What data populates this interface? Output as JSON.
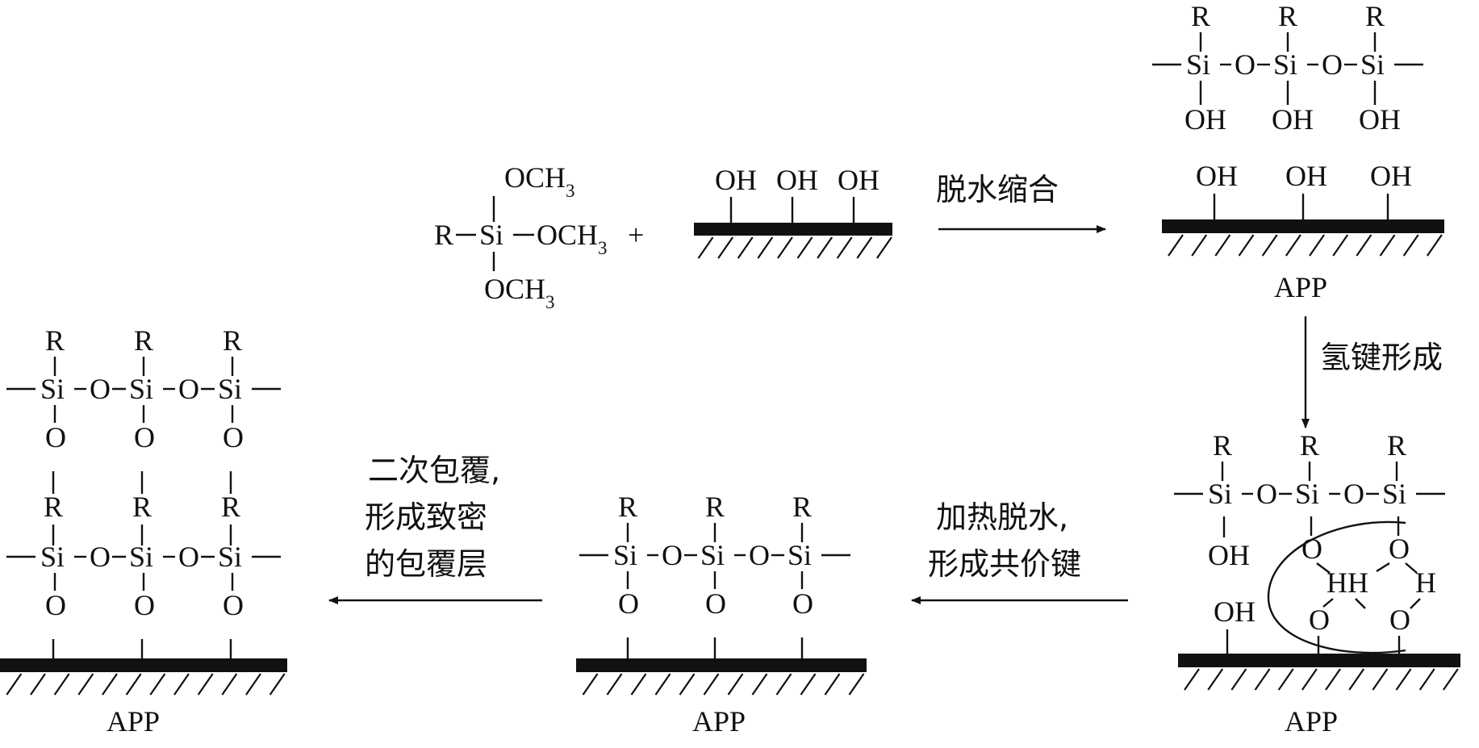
{
  "symbols": {
    "R": "R",
    "Si": "Si",
    "O": "O",
    "OH": "OH",
    "H": "H",
    "HH": "HH",
    "OCH": "OCH",
    "three": "3",
    "plus": "+",
    "app": "APP"
  },
  "labels": {
    "condensation": "脱水缩合",
    "hbond": "氢键形成",
    "heat_line1": "加热脱水,",
    "heat_line2": "形成共价键",
    "coat_line1": "二次包覆,",
    "coat_line2": "形成致密",
    "coat_line3": "的包覆层"
  }
}
